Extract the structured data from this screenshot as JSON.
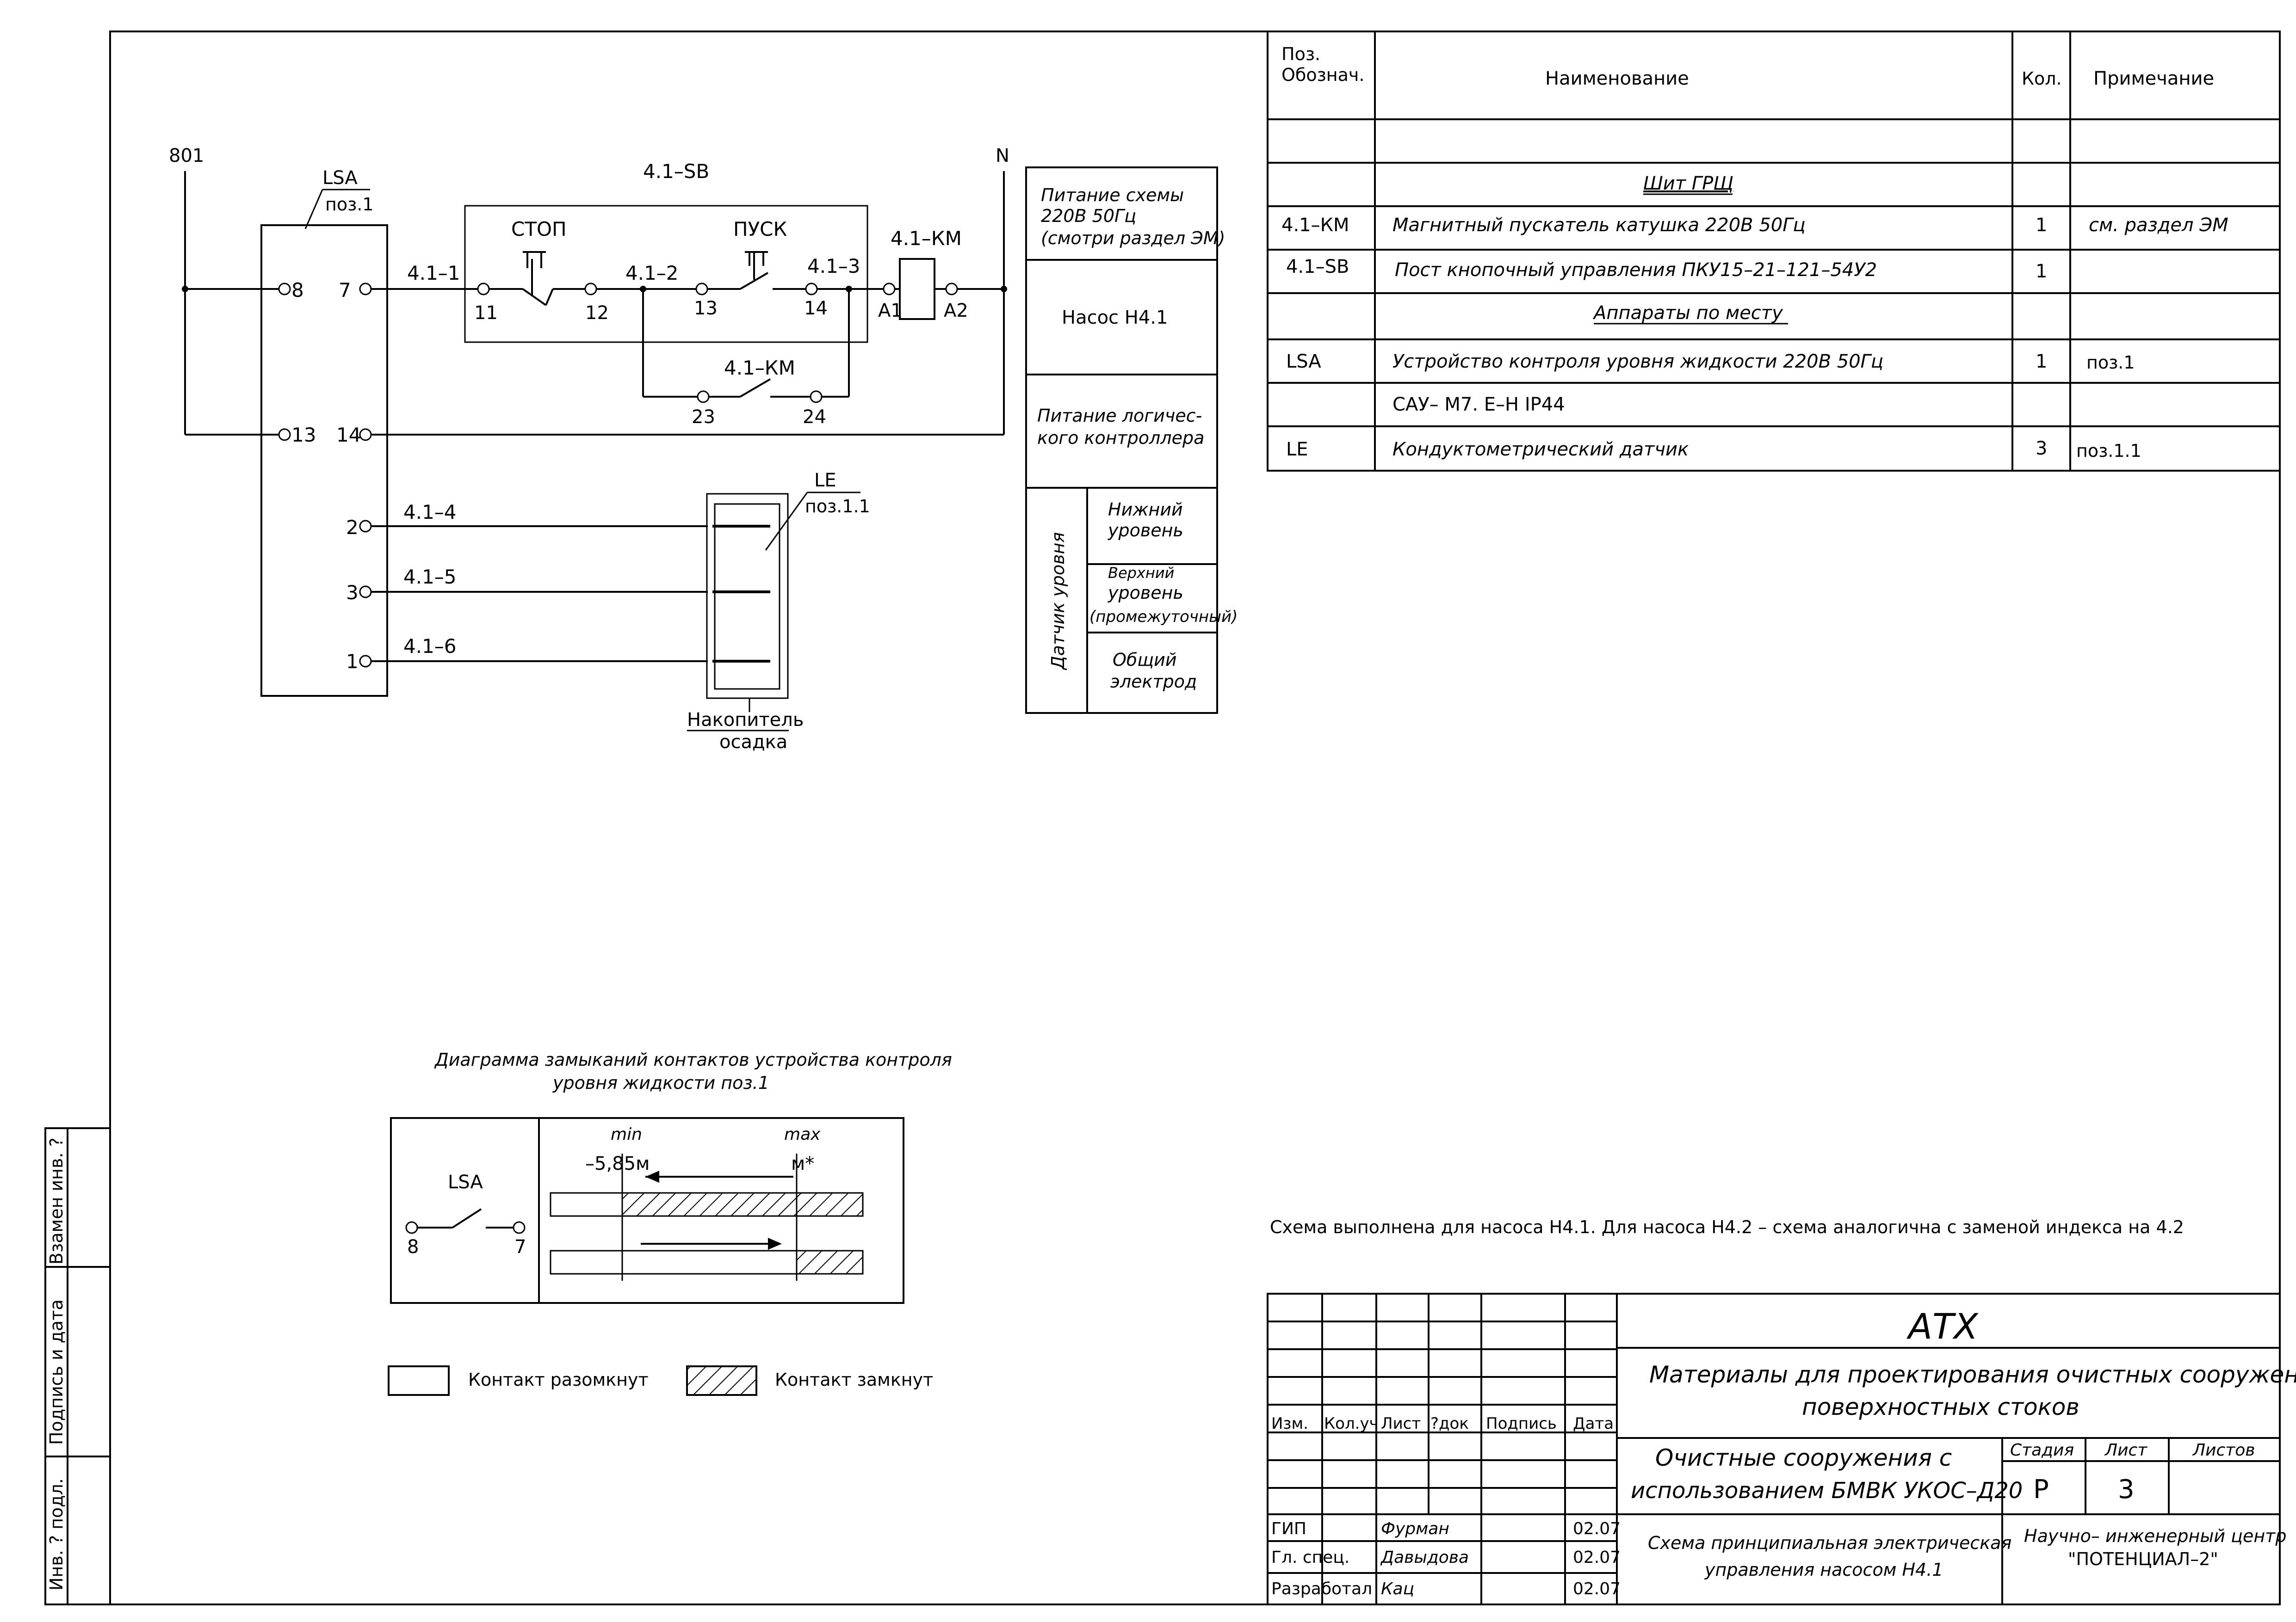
{
  "stamp": {
    "inv_podl": "Инв. ? подл.",
    "podpis_data": "Подпись и дата",
    "vzamen": "Взамен инв. ?"
  },
  "scheme": {
    "wire_801": "801",
    "wire_n": "N",
    "lsa_label": "LSA",
    "lsa_poz": "поз.1",
    "sb_title": "4.1–SB",
    "stop_label": "СТОП",
    "start_label": "ПУСК",
    "km_label": "4.1–КМ",
    "km_contact_label": "4.1–КМ",
    "wires": {
      "w1": "4.1–1",
      "w2": "4.1–2",
      "w3": "4.1–3",
      "w4": "4.1–4",
      "w5": "4.1–5",
      "w6": "4.1–6"
    },
    "terminals": {
      "t8": "8",
      "t7": "7",
      "t13": "13",
      "t14": "14",
      "t2": "2",
      "t3": "3",
      "t1": "1",
      "c11": "11",
      "c12": "12",
      "c13": "13",
      "c14": "14",
      "a1": "A1",
      "a2": "A2",
      "c23": "23",
      "c24": "24"
    },
    "le_label": "LE",
    "le_poz": "поз.1.1",
    "tank_line1": "Накопитель",
    "tank_line2": "осадка"
  },
  "side_table": {
    "power_line1": "Питание схемы",
    "power_line2": "220В 50Гц",
    "power_line3": "(смотри раздел ЭМ)",
    "pump": "Насос Н4.1",
    "logic_line1": "Питание логичес-",
    "logic_line2": "кого контроллера",
    "sensor_vertical": "Датчик уровня",
    "lower_line1": "Нижний",
    "lower_line2": "уровень",
    "upper_line1": "Верхний",
    "upper_line2": "уровень",
    "upper_line3": "(промежуточный)",
    "common_line1": "Общий",
    "common_line2": "электрод"
  },
  "spec_table": {
    "headers": {
      "poz_line1": "Поз.",
      "poz_line2": "Обознач.",
      "name": "Наименование",
      "qty": "Кол.",
      "note": "Примечание"
    },
    "rows": [
      {
        "poz": "",
        "name": "",
        "qty": "",
        "note": ""
      },
      {
        "poz": "",
        "name": "Шит ГРЩ",
        "qty": "",
        "note": ""
      },
      {
        "poz": "4.1–КМ",
        "name": "Магнитный пускатель катушка 220В 50Гц",
        "qty": "1",
        "note": "см. раздел ЭМ"
      },
      {
        "poz": "4.1–SB",
        "name": "Пост кнопочный управления ПКУ15–21–121–54У2",
        "qty": "1",
        "note": ""
      },
      {
        "poz": "",
        "name": "Аппараты по месту",
        "qty": "",
        "note": ""
      },
      {
        "poz": "LSA",
        "name": "Устройство контроля уровня жидкости 220В 50Гц",
        "qty": "1",
        "note": "поз.1"
      },
      {
        "poz": "",
        "name": "САУ– М7. Е–Н   IP44",
        "qty": "",
        "note": ""
      },
      {
        "poz": "LE",
        "name": "Кондуктометрический датчик",
        "qty": "3",
        "note": "поз.1.1"
      }
    ]
  },
  "diagram": {
    "title_line1": "Диаграмма замыканий контактов устройства контроля",
    "title_line2": "уровня жидкости поз.1",
    "lsa": "LSA",
    "pin8": "8",
    "pin7": "7",
    "min": "min",
    "max": "max",
    "min_value": "–5,85м",
    "max_value": "м*"
  },
  "legend": {
    "open": "Контакт разомкнут",
    "closed": "Контакт замкнут"
  },
  "note": "Схема выполнена для насоса Н4.1. Для насоса Н4.2 – схема аналогична с заменой индекса на 4.2",
  "title_block": {
    "org": "АТХ",
    "project_line1": "Материалы для проектирования очистных сооружений",
    "project_line2": "поверхностных стоков",
    "object_line1": "Очистные сооружения с",
    "object_line2": "использованием БМВК УКОС–Д20",
    "sheet_line1": "Схема принципиальная электрическая",
    "sheet_line2": "управления насосом Н4.1",
    "company_line1": "Научно– инженерный центр",
    "company_line2": "\"ПОТЕНЦИАЛ–2\"",
    "col_izm": "Изм.",
    "col_koluch": "Кол.уч",
    "col_list": "Лист",
    "col_doc": "?док",
    "col_sign": "Подпись",
    "col_date": "Дата",
    "stage_label": "Стадия",
    "sheet_label": "Лист",
    "sheets_label": "Листов",
    "stage": "Р",
    "sheet": "3",
    "sheets": "",
    "roles": [
      {
        "role": "ГИП",
        "name": "Фурман",
        "date": "02.07"
      },
      {
        "role": "Гл. спец.",
        "name": "Давыдова",
        "date": "02.07"
      },
      {
        "role": "Разработал",
        "name": "Кац",
        "date": "02.07"
      }
    ]
  }
}
